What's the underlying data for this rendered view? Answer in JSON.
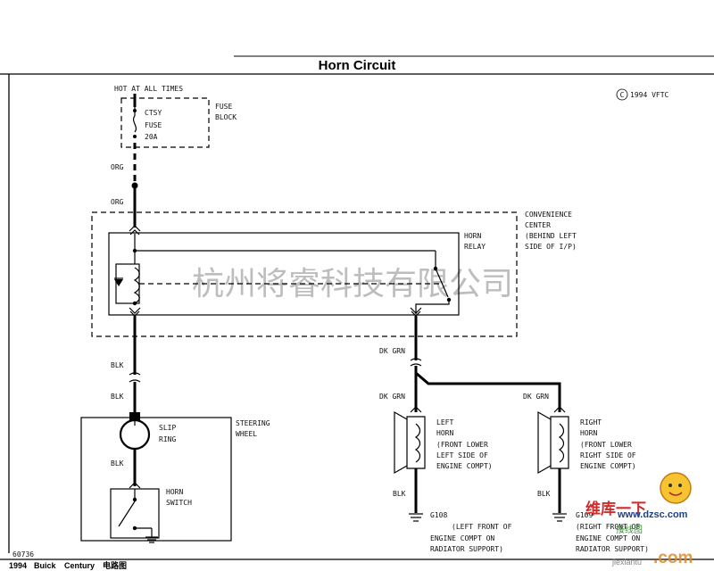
{
  "title": "Horn Circuit",
  "copyright": "1994 VFTC",
  "copyright_symbol": "C",
  "watermark": "杭州将睿科技有限公司",
  "power": {
    "label": "HOT AT ALL TIMES"
  },
  "fuse": {
    "lines": [
      "CTSY",
      "FUSE",
      "20A"
    ],
    "block": [
      "FUSE",
      "BLOCK"
    ]
  },
  "wires": {
    "org_top": "ORG",
    "org_bottom": "ORG",
    "blk_top": "BLK",
    "blk_mid": "BLK",
    "blk_low": "BLK",
    "dkgrn_relay": "DK GRN",
    "dkgrn_left": "DK GRN",
    "dkgrn_right": "DK GRN",
    "blk_left_horn": "BLK",
    "blk_right_horn": "BLK"
  },
  "convenience_center": [
    "CONVENIENCE",
    "CENTER",
    "(BEHIND LEFT",
    "SIDE OF I/P)"
  ],
  "horn_relay": [
    "HORN",
    "RELAY"
  ],
  "slip_ring": [
    "SLIP",
    "RING"
  ],
  "steering_wheel": [
    "STEERING",
    "WHEEL"
  ],
  "horn_switch": [
    "HORN",
    "SWITCH"
  ],
  "left_horn": [
    "LEFT",
    "HORN",
    "(FRONT LOWER",
    "LEFT SIDE OF",
    "ENGINE COMPT)"
  ],
  "right_horn": [
    "RIGHT",
    "HORN",
    "(FRONT LOWER",
    "RIGHT SIDE OF",
    "ENGINE COMPT)"
  ],
  "g108": [
    "G108",
    "(LEFT FRONT OF",
    "ENGINE COMPT ON",
    "RADIATOR SUPPORT)"
  ],
  "g109": [
    "G109",
    "(RIGHT FRONT OF",
    "ENGINE COMPT ON",
    "RADIATOR SUPPORT)"
  ],
  "figure_id": "60736",
  "footer": {
    "year": "1994",
    "make": "Buick",
    "model": "Century",
    "doc": "电路图"
  },
  "logo": {
    "text1": "维库一下",
    "url": "www.dzsc.com",
    "site": "jiexiantu",
    "com": ".com",
    "small": "接线图"
  }
}
